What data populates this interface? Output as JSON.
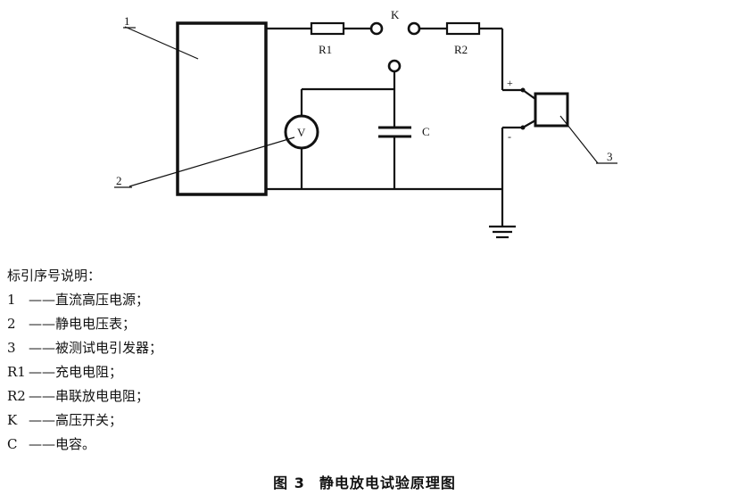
{
  "diagram": {
    "labels": {
      "callout_1": "1",
      "callout_2": "2",
      "callout_3": "3",
      "resistor_1": "R1",
      "resistor_2": "R2",
      "switch": "K",
      "capacitor": "C",
      "voltmeter": "V",
      "plus": "+",
      "minus": "-"
    }
  },
  "legend": {
    "title": "标引序号说明：",
    "items": [
      {
        "key": "1",
        "desc": "——直流高压电源；"
      },
      {
        "key": "2",
        "desc": "——静电电压表；"
      },
      {
        "key": "3",
        "desc": "——被测试电引发器；"
      },
      {
        "key": "R1",
        "desc": "——充电电阻；"
      },
      {
        "key": "R2",
        "desc": "——串联放电电阻；"
      },
      {
        "key": "K",
        "desc": "——高压开关；"
      },
      {
        "key": "C",
        "desc": "——电容。"
      }
    ]
  },
  "caption": {
    "figure_number": "图 3",
    "title": "静电放电试验原理图"
  }
}
